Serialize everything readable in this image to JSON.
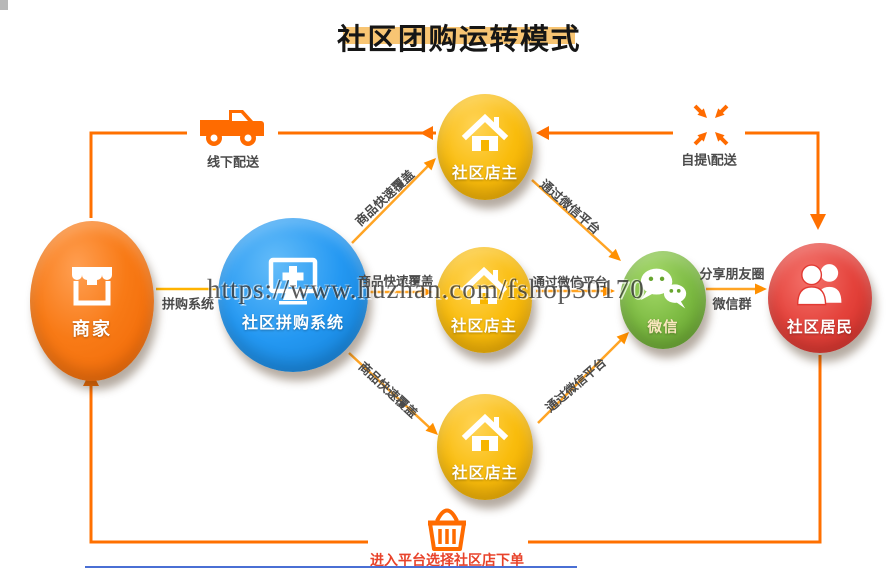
{
  "title": "社区团购运转模式",
  "watermark": "https://www.huzhan.com/fshop30170",
  "nodes": {
    "merchant": "商家",
    "system": "社区拼购系统",
    "store": "社区店主",
    "wechat": "微信",
    "residents": "社区居民"
  },
  "labels": {
    "offline_delivery": "线下配送",
    "self_pickup": "自提\\配送",
    "group_system": "拼购系统",
    "fast_coverage": "商品快速覆盖",
    "via_wechat": "通过微信平台",
    "share_moments": "分享朋友圈",
    "wechat_groups": "微信群",
    "order_cta": "进入平台选择社区店下单"
  },
  "colors": {
    "merchant": "#F87A16",
    "system": "#2498F2",
    "store": "#F9BC0C",
    "wechat": "#7CBA42",
    "residents": "#E4423B",
    "main_path": "#FF7000",
    "inner_arrow": "#FFA424",
    "title_highlight": "#F8C573",
    "label_text": "#4A4A4A",
    "cta_text": "#E8432B"
  }
}
